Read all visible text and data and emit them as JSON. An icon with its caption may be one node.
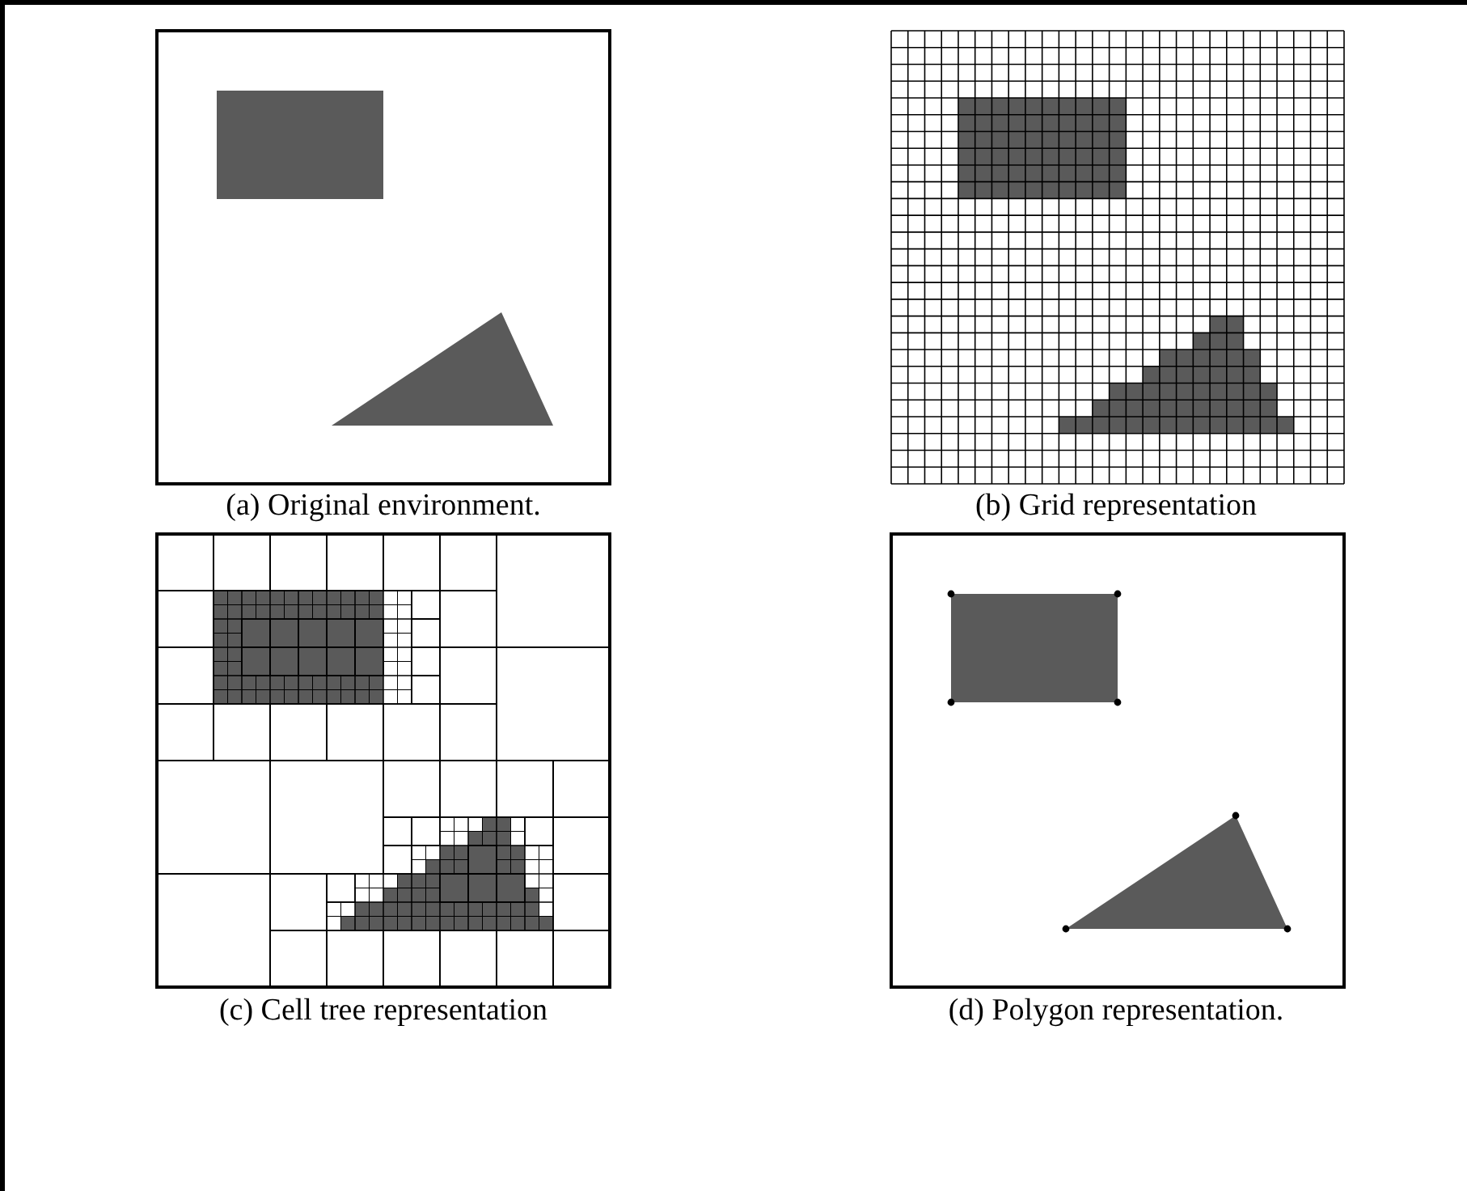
{
  "diagram": {
    "labels": [
      "(a) Original environment.",
      "(b) Grid representation",
      "(c) Cell tree representation",
      "(d) Polygon representation."
    ]
  }
}
